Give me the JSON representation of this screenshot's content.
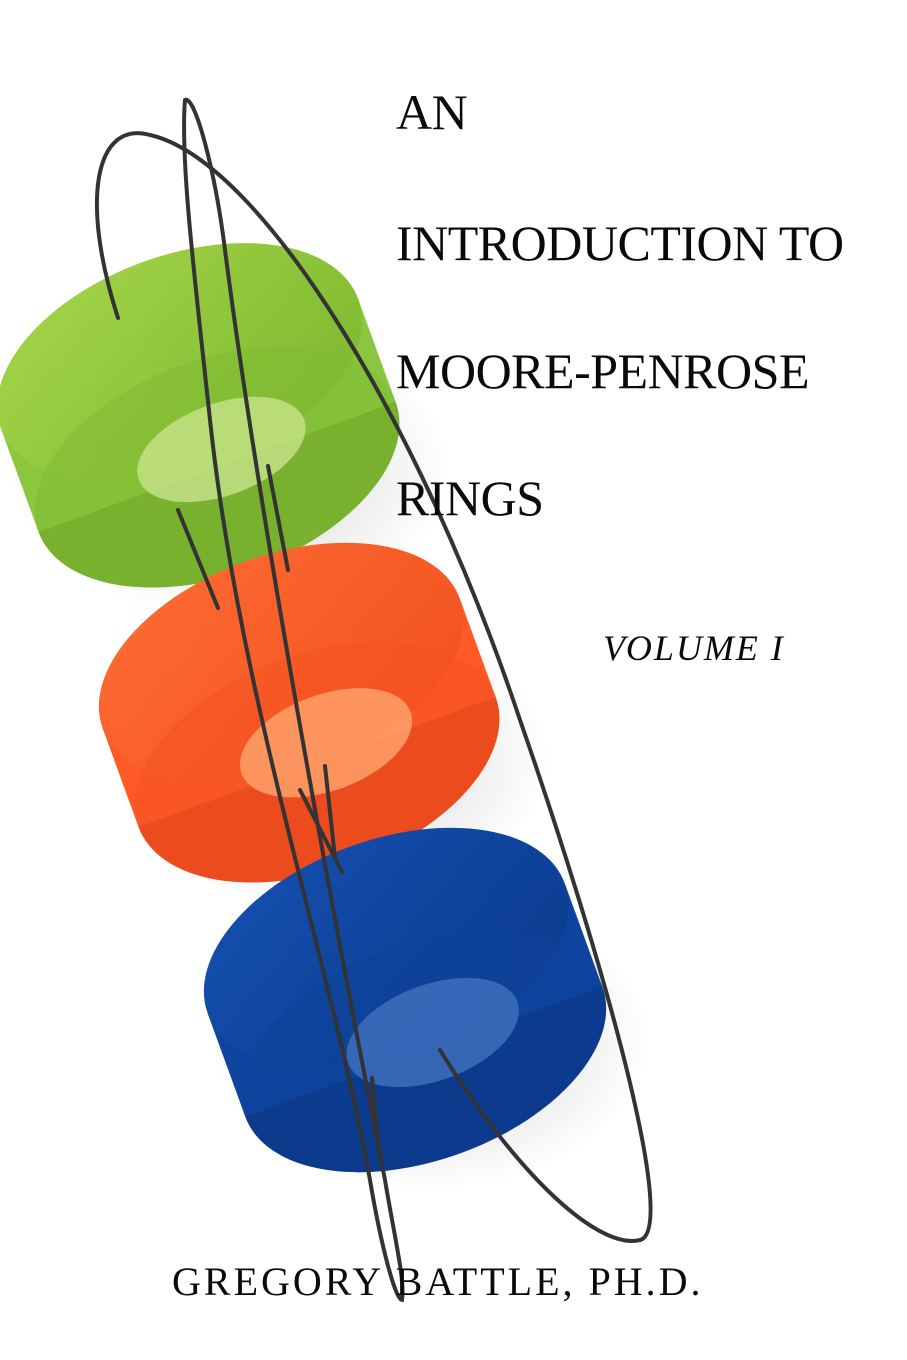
{
  "cover": {
    "title_lines": [
      "AN",
      "INTRODUCTION TO",
      "MOORE-PENROSE",
      "RINGS"
    ],
    "volume": "VOLUME I",
    "author": "GREGORY BATTLE, PH.D."
  },
  "art": {
    "rings": [
      {
        "name": "green-ring",
        "color": "#8cc63f"
      },
      {
        "name": "orange-ring",
        "color": "#ff5a26"
      },
      {
        "name": "blue-ring",
        "color": "#0d44a0"
      }
    ],
    "wire_color": "#333333"
  }
}
